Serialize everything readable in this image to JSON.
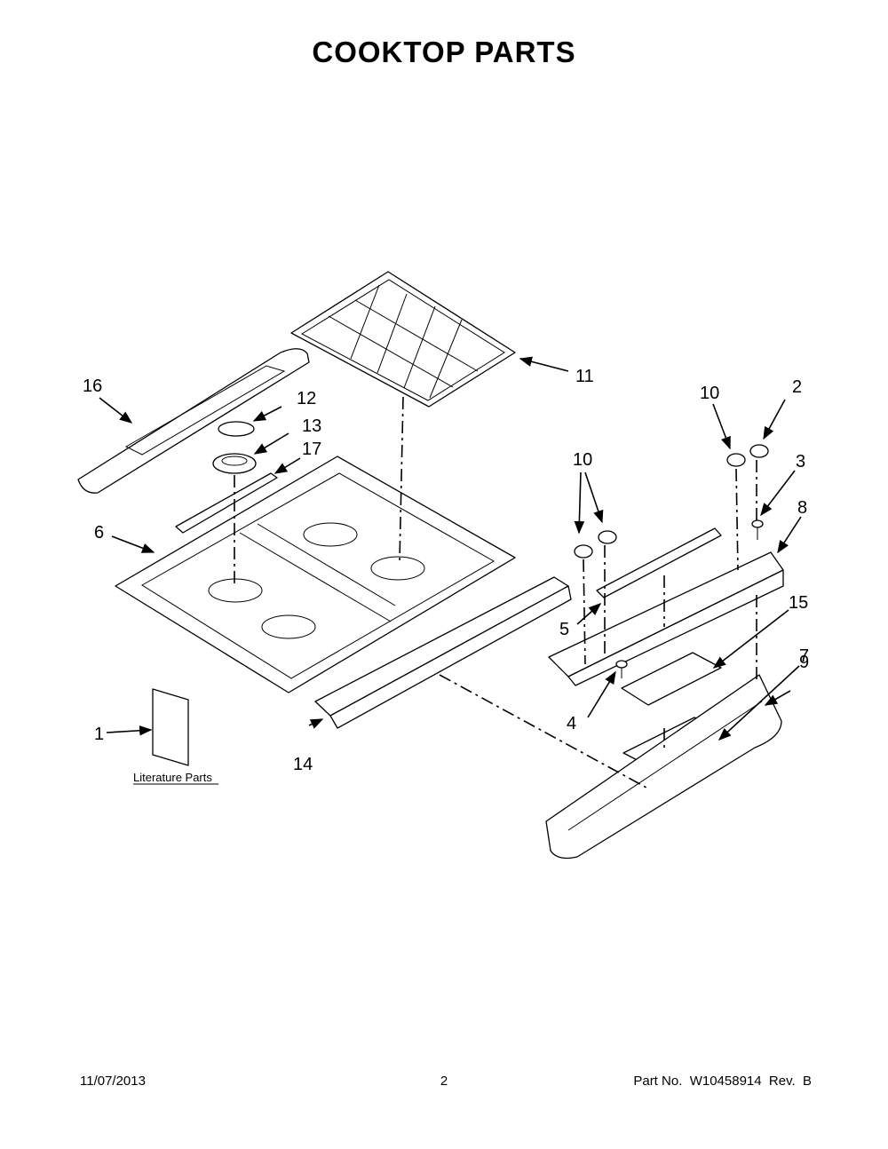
{
  "title": "COOKTOP  PARTS",
  "callouts": {
    "c1": "1",
    "c2": "2",
    "c3": "3",
    "c4": "4",
    "c5": "5",
    "c6": "6",
    "c7": "7",
    "c8": "8",
    "c9": "9",
    "c10a": "10",
    "c10b": "10",
    "c11": "11",
    "c12": "12",
    "c13": "13",
    "c14": "14",
    "c15": "15",
    "c16": "16",
    "c17": "17"
  },
  "literature_label": "Literature Parts",
  "footer": {
    "date": "11/07/2013",
    "page": "2",
    "part": "Part No.  W10458914  Rev.  B"
  }
}
